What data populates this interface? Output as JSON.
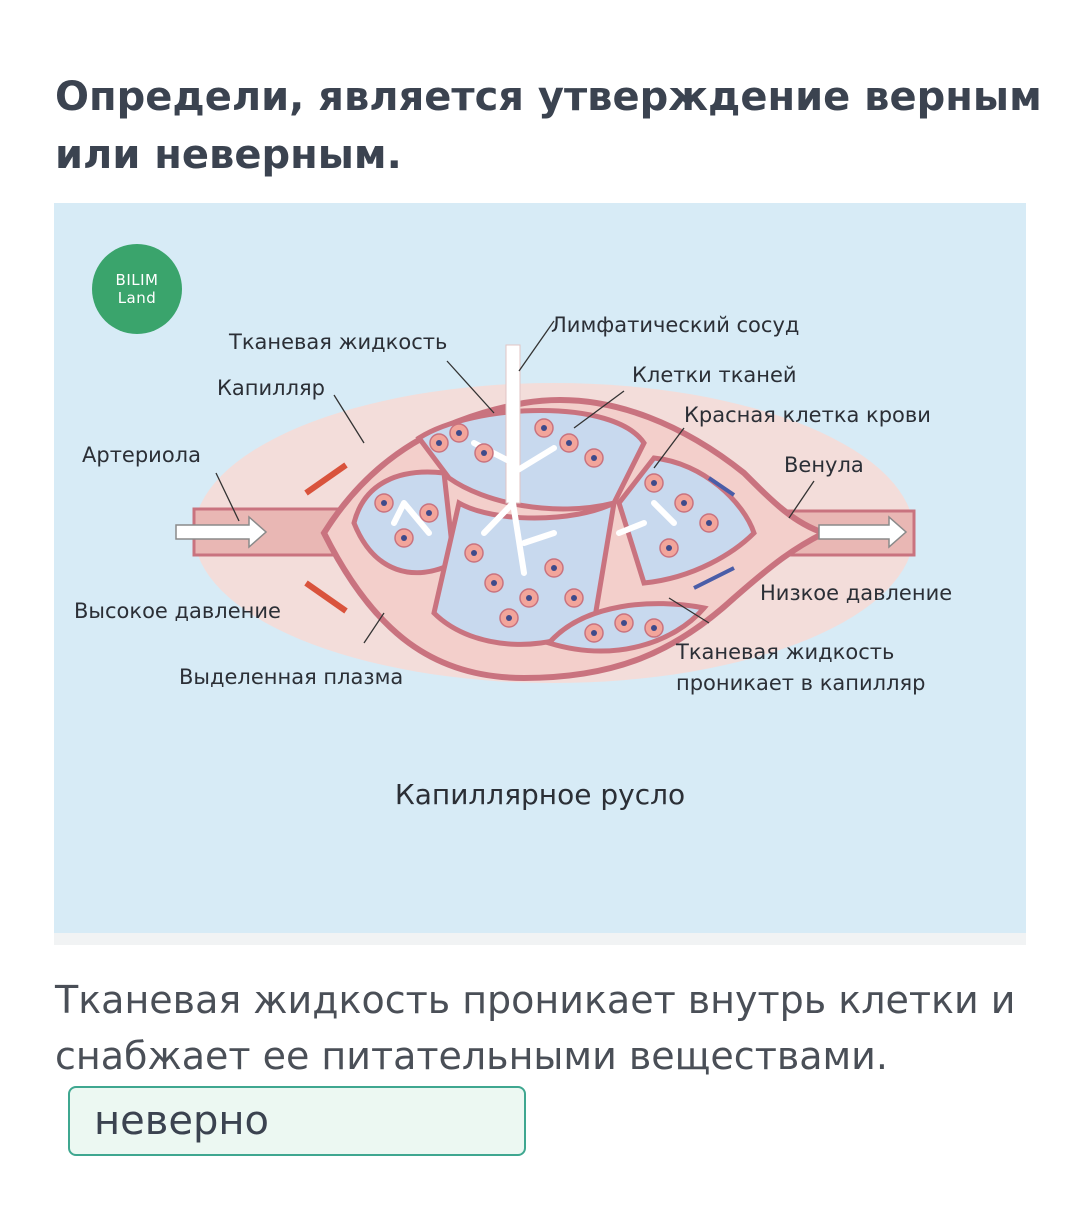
{
  "question": {
    "title": "Определи, является утверждение верным или неверным."
  },
  "figure": {
    "logo": {
      "line1": "BILIM",
      "line2": "Land"
    },
    "labels": {
      "lymph_vessel": "Лимфатический сосуд",
      "tissue_fluid": "Тканевая жидкость",
      "tissue_cells": "Клетки тканей",
      "capillary": "Капилляр",
      "red_blood_cell": "Красная клетка крови",
      "arteriole": "Артериола",
      "venule": "Венула",
      "high_pressure": "Высокое давление",
      "low_pressure": "Низкое давление",
      "secreted_plasma": "Выделенная плазма",
      "fluid_enters_line1": "Тканевая жидкость",
      "fluid_enters_line2": "проникает в капилляр"
    },
    "caption": "Капиллярное русло",
    "colors": {
      "background": "#d7ebf6",
      "vessel_wall": "#c9737f",
      "blood_cell": "#e88a85",
      "lymph": "#ffffff",
      "arrow": "#d9533c",
      "arrow_blue": "#4a5da8"
    }
  },
  "statement": "Тканевая жидкость проникает внутрь клетки и снабжает ее питательными веществами.",
  "answer": {
    "value": "неверно"
  }
}
